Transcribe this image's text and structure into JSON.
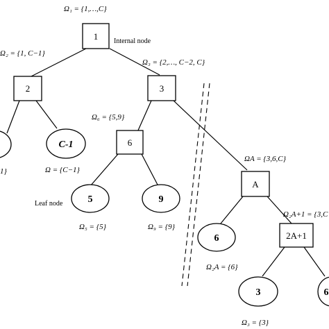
{
  "annotations": {
    "root": "Ω₁ = {1,…,C}",
    "n2": "Ω₂ = {1, C−1}",
    "n3": "Ω₃ = {2,…, C−2, C}",
    "n6": "Ω₆ = {5,9}",
    "nA": "ΩA = {3,6,C}",
    "nC1": "Ω = {C−1}",
    "left_cut": "1}",
    "n5": "Ω₅ = {5}",
    "n9": "Ω₉ = {9}",
    "n2A": "Ω₂A = {6}",
    "n2A1": "Ω₂A+1 = {3,C",
    "n3b": "Ω₃ = {3}"
  },
  "nodes": {
    "n1": "1",
    "n2": "2",
    "n3": "3",
    "n6": "6",
    "nA": "A",
    "n2A1": "2A+1"
  },
  "leaves": {
    "c1": "C-1",
    "l5": "5",
    "l9": "9",
    "l6": "6",
    "l3": "3",
    "l6b": "6"
  },
  "notes": {
    "internal": "Internal node",
    "leaf": "Leaf node"
  }
}
